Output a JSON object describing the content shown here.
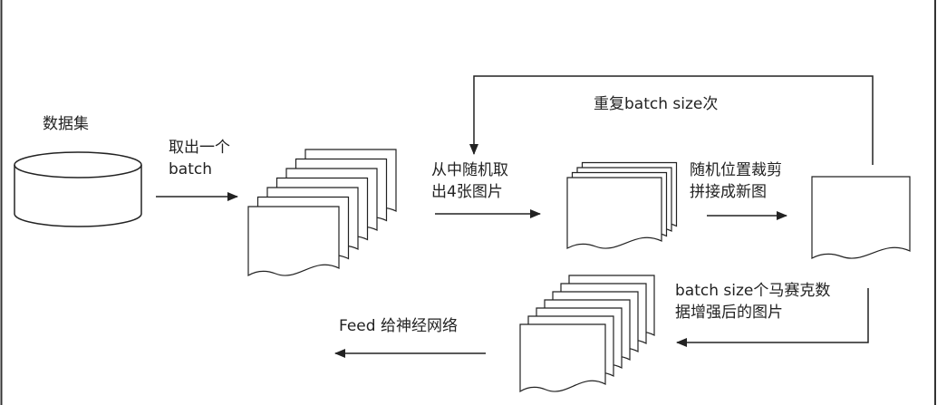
{
  "diagram": {
    "dataset_label": "数据集",
    "take_batch_label": [
      "取出一个",
      "batch"
    ],
    "random_pick_label": [
      "从中随机取",
      "出4张图片"
    ],
    "random_crop_label": [
      "随机位置裁剪",
      "拼接成新图"
    ],
    "repeat_label": "重复batch size次",
    "mosaic_result_label": [
      "batch size个马赛克数",
      "据增强后的图片"
    ],
    "feed_label": "Feed 给神经网络"
  },
  "colors": {
    "line": "#222222",
    "background": "#ffffff",
    "frame": "#333333"
  }
}
